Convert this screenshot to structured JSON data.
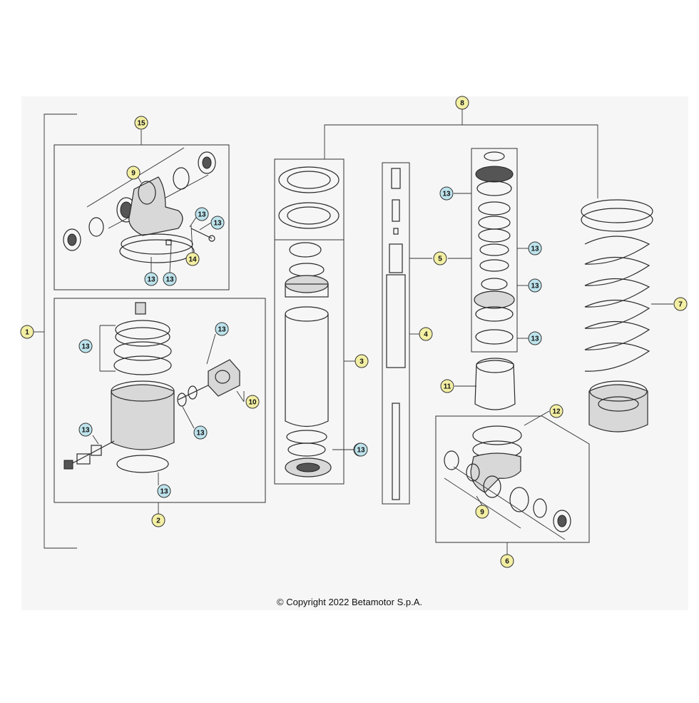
{
  "diagram": {
    "background": "#f6f6f6",
    "callout_yellow": "#f3efa3",
    "callout_blue": "#bde3ec",
    "callouts": [
      {
        "label": "1",
        "style": "yellow"
      },
      {
        "label": "2",
        "style": "yellow"
      },
      {
        "label": "3",
        "style": "yellow"
      },
      {
        "label": "4",
        "style": "yellow"
      },
      {
        "label": "5",
        "style": "yellow"
      },
      {
        "label": "6",
        "style": "yellow"
      },
      {
        "label": "7",
        "style": "yellow"
      },
      {
        "label": "8",
        "style": "yellow"
      },
      {
        "label": "9",
        "style": "yellow"
      },
      {
        "label": "9",
        "style": "yellow"
      },
      {
        "label": "10",
        "style": "yellow"
      },
      {
        "label": "11",
        "style": "yellow"
      },
      {
        "label": "12",
        "style": "yellow"
      },
      {
        "label": "13",
        "style": "blue"
      },
      {
        "label": "13",
        "style": "blue"
      },
      {
        "label": "13",
        "style": "blue"
      },
      {
        "label": "13",
        "style": "blue"
      },
      {
        "label": "13",
        "style": "blue"
      },
      {
        "label": "13",
        "style": "blue"
      },
      {
        "label": "13",
        "style": "blue"
      },
      {
        "label": "13",
        "style": "blue"
      },
      {
        "label": "13",
        "style": "blue"
      },
      {
        "label": "13",
        "style": "blue"
      },
      {
        "label": "13",
        "style": "blue"
      },
      {
        "label": "13",
        "style": "blue"
      },
      {
        "label": "13",
        "style": "blue"
      },
      {
        "label": "13",
        "style": "blue"
      },
      {
        "label": "13",
        "style": "blue"
      },
      {
        "label": "14",
        "style": "yellow"
      },
      {
        "label": "15",
        "style": "yellow"
      }
    ]
  },
  "footer": {
    "copyright": "© Copyright 2022 Betamotor S.p.A."
  }
}
